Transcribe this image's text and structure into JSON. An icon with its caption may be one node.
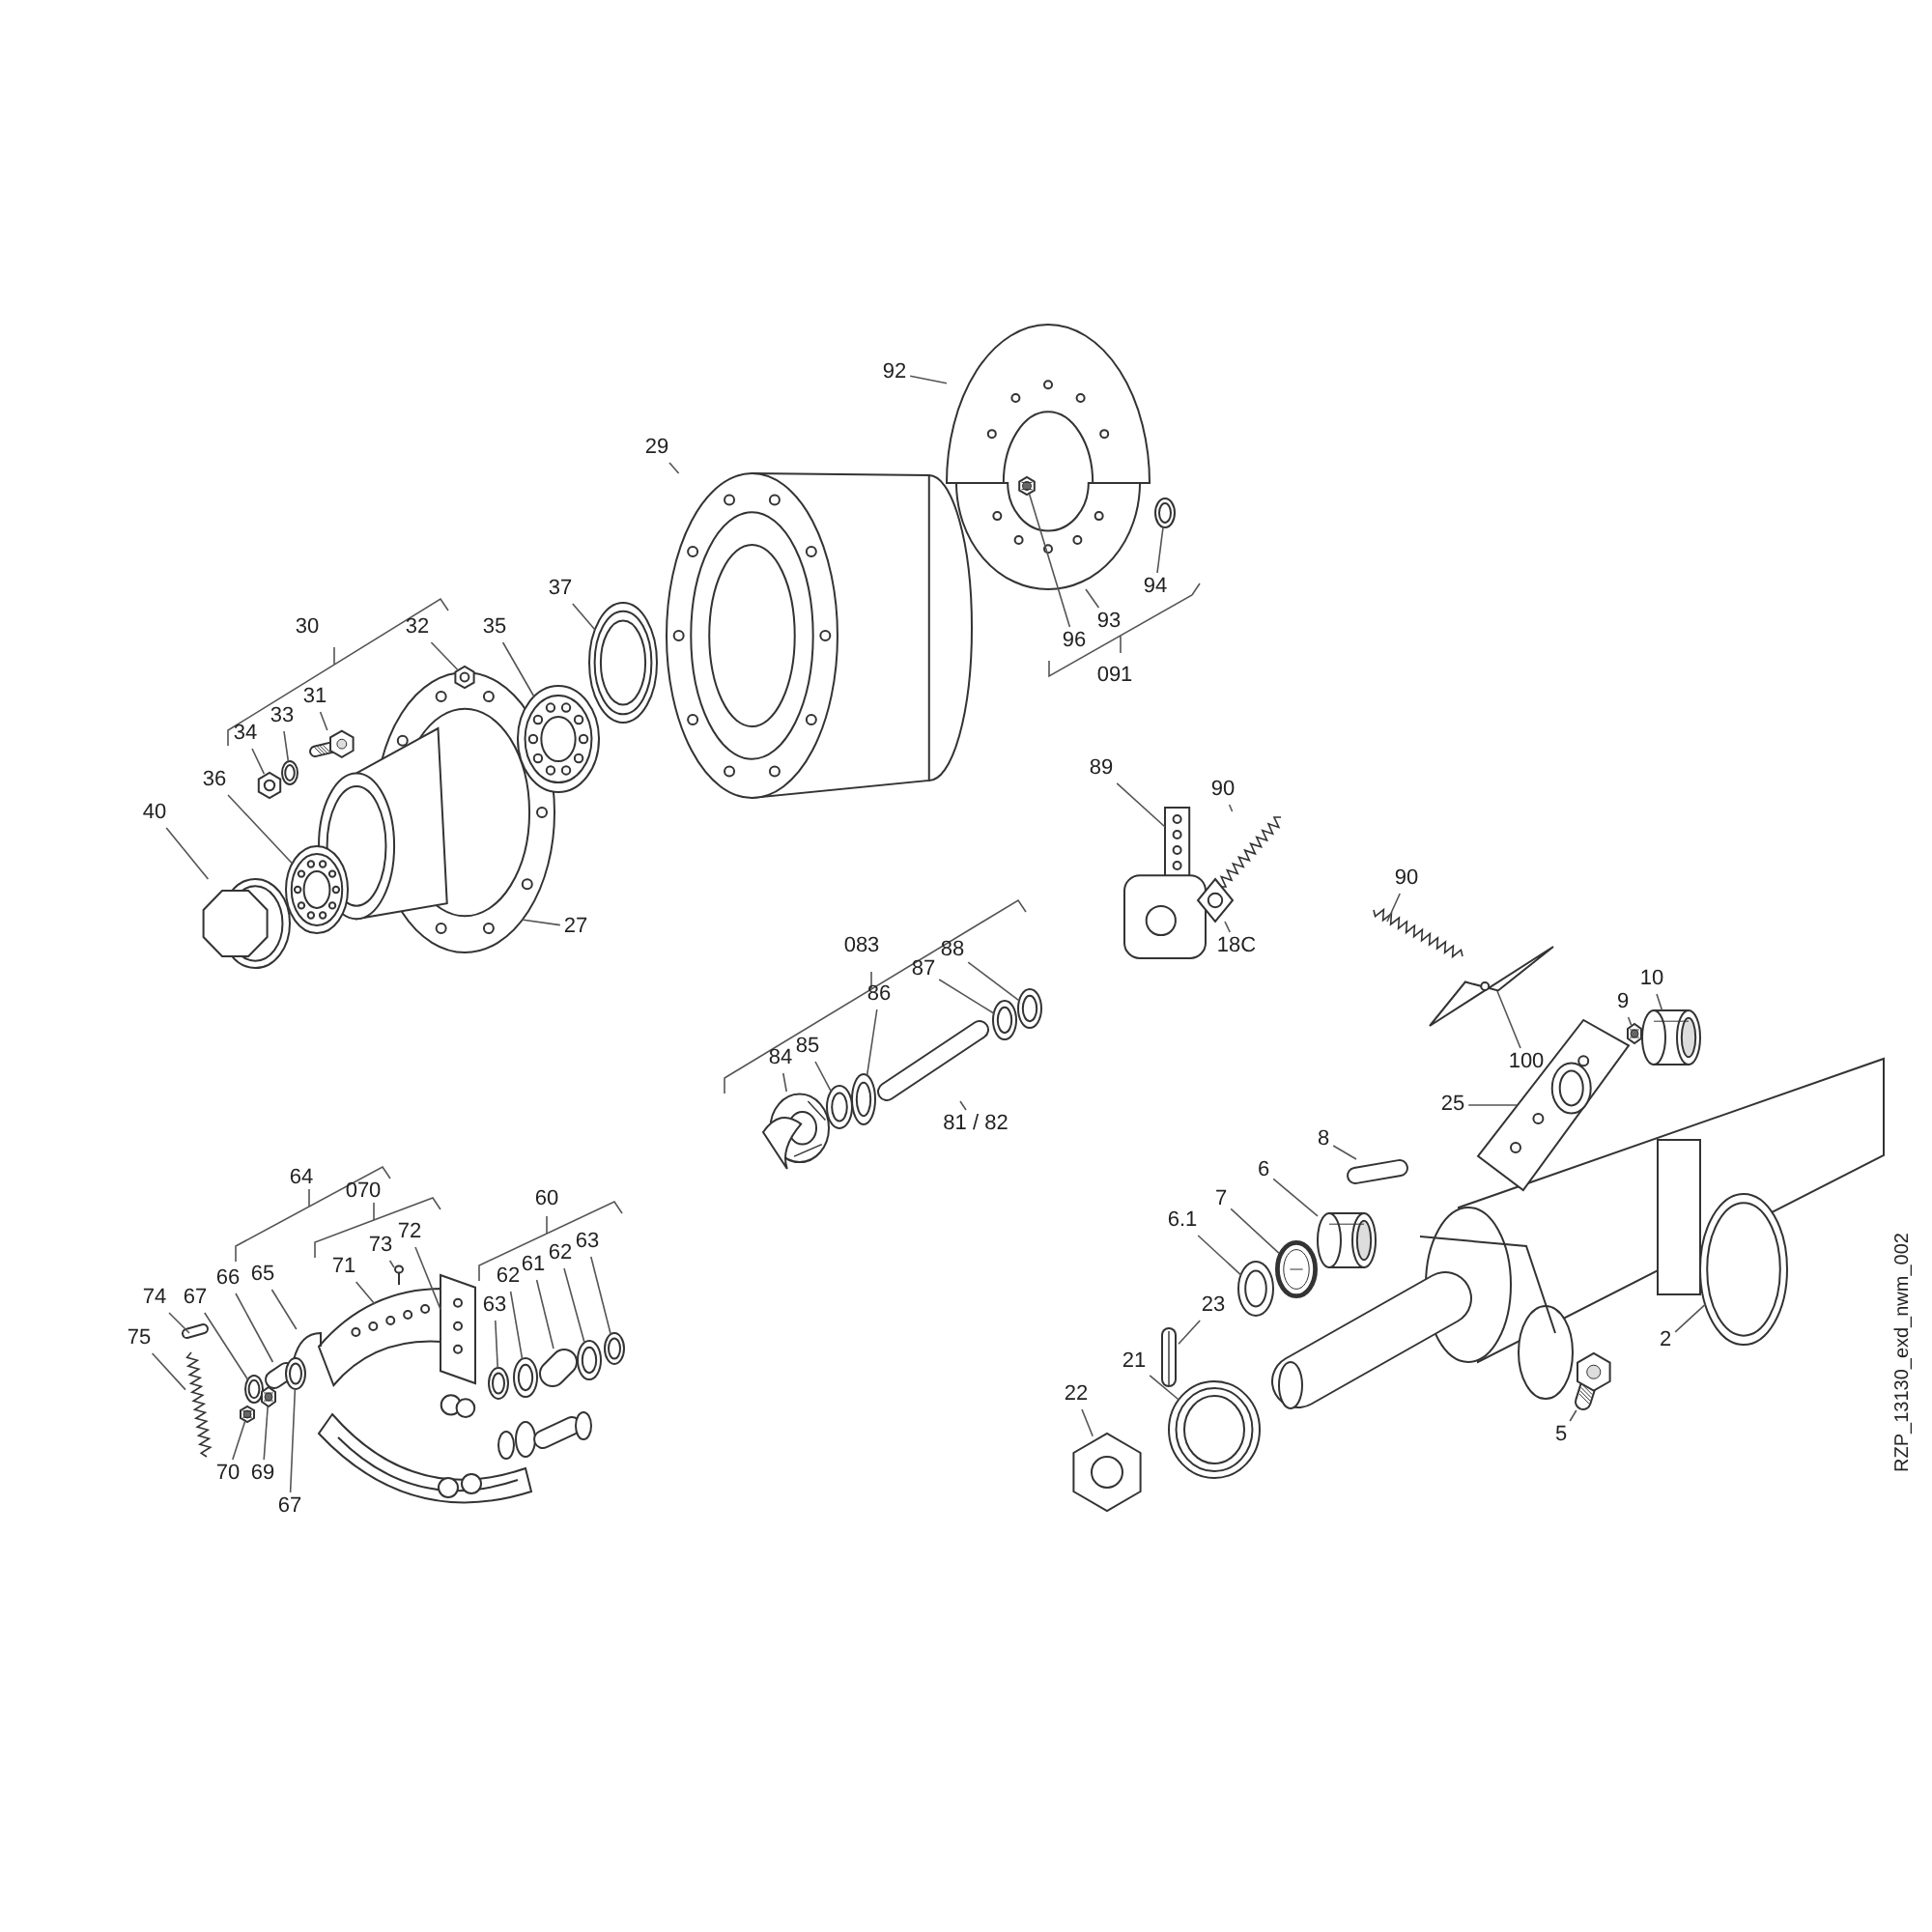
{
  "diagram": {
    "nodes": [
      {
        "text": [
          "92"
        ]
      },
      {
        "text": [],
        "shape": "picture"
      },
      {
        "text": [
          "29"
        ]
      },
      {
        "text": [],
        "shape": "picture"
      },
      {
        "text": [
          "94"
        ]
      },
      {
        "text": [],
        "shape": "picture"
      },
      {
        "text": [
          "93"
        ]
      },
      {
        "text": [],
        "shape": "picture"
      },
      {
        "text": [
          "32"
        ]
      },
      {
        "text": [],
        "shape": "picture"
      },
      {
        "text": [
          "35"
        ]
      },
      {
        "text": [],
        "shape": "picture"
      },
      {
        "text": [
          "37"
        ]
      },
      {
        "text": [],
        "shape": "picture"
      },
      {
        "text": [
          "96"
        ]
      },
      {
        "text": [],
        "shape": "picture"
      },
      {
        "text": [
          "31"
        ]
      },
      {
        "text": [],
        "shape": "picture"
      },
      {
        "text": [
          "33"
        ]
      },
      {
        "text": [],
        "shape": "picture"
      },
      {
        "text": [
          "34"
        ]
      },
      {
        "text": [],
        "shape": "picture"
      },
      {
        "text": [
          "36"
        ]
      },
      {
        "text": [],
        "shape": "picture"
      },
      {
        "text": [
          "40"
        ]
      },
      {
        "text": [],
        "shape": "picture"
      },
      {
        "text": [
          "27"
        ]
      },
      {
        "text": [],
        "shape": "picture"
      },
      {
        "text": [
          "89"
        ]
      },
      {
        "text": [],
        "shape": "picture"
      },
      {
        "text": [
          "90"
        ]
      },
      {
        "text": [],
        "shape": "picture"
      },
      {
        "text": [
          "18C"
        ]
      },
      {
        "text": [],
        "shape": "picture"
      },
      {
        "text": [
          "90"
        ]
      },
      {
        "text": [],
        "shape": "picture"
      },
      {
        "text": [
          "88"
        ]
      },
      {
        "text": [],
        "shape": "picture"
      },
      {
        "text": [
          "87"
        ]
      },
      {
        "text": [],
        "shape": "picture"
      },
      {
        "text": [
          "10"
        ]
      },
      {
        "text": [],
        "shape": "picture"
      },
      {
        "text": [
          "86"
        ]
      },
      {
        "text": [],
        "shape": "picture"
      },
      {
        "text": [
          "9"
        ]
      },
      {
        "text": [],
        "shape": "picture"
      },
      {
        "text": [
          "85"
        ]
      },
      {
        "text": [],
        "shape": "picture"
      },
      {
        "text": [
          "100"
        ]
      },
      {
        "text": [],
        "shape": "picture"
      },
      {
        "text": [
          "84"
        ]
      },
      {
        "text": [],
        "shape": "picture"
      },
      {
        "text": [
          "81 / 82"
        ]
      },
      {
        "text": [],
        "shape": "picture"
      },
      {
        "text": [
          "25"
        ]
      },
      {
        "text": [],
        "shape": "picture"
      },
      {
        "text": [
          "8"
        ]
      },
      {
        "text": [],
        "shape": "picture"
      },
      {
        "text": [
          "6"
        ]
      },
      {
        "text": [],
        "shape": "picture"
      },
      {
        "text": [
          "7"
        ]
      },
      {
        "text": [],
        "shape": "picture"
      },
      {
        "text": [
          "6.1"
        ]
      },
      {
        "text": [],
        "shape": "picture"
      },
      {
        "text": [
          "23"
        ]
      },
      {
        "text": [],
        "shape": "picture"
      },
      {
        "text": [
          "2"
        ]
      },
      {
        "text": [],
        "shape": "picture"
      },
      {
        "text": [
          "21"
        ]
      },
      {
        "text": [],
        "shape": "picture"
      },
      {
        "text": [
          "22"
        ]
      },
      {
        "text": [],
        "shape": "picture"
      },
      {
        "text": [
          "5"
        ]
      },
      {
        "text": [],
        "shape": "picture"
      },
      {
        "text": [
          "73"
        ]
      },
      {
        "text": [],
        "shape": "picture"
      },
      {
        "text": [
          "72"
        ]
      },
      {
        "text": [],
        "shape": "picture"
      },
      {
        "text": [
          "71"
        ]
      },
      {
        "text": [],
        "shape": "picture"
      },
      {
        "text": [
          "63"
        ]
      },
      {
        "text": [],
        "shape": "picture"
      },
      {
        "text": [
          "62"
        ]
      },
      {
        "text": [],
        "shape": "picture"
      },
      {
        "text": [
          "61"
        ]
      },
      {
        "text": [],
        "shape": "picture"
      },
      {
        "text": [
          "62"
        ]
      },
      {
        "text": [],
        "shape": "picture"
      },
      {
        "text": [
          "63"
        ]
      },
      {
        "text": [],
        "shape": "picture"
      },
      {
        "text": [
          "65"
        ]
      },
      {
        "text": [],
        "shape": "picture"
      },
      {
        "text": [
          "66"
        ]
      },
      {
        "text": [],
        "shape": "picture"
      },
      {
        "text": [
          "67"
        ]
      },
      {
        "text": [],
        "shape": "picture"
      },
      {
        "text": [
          "74"
        ]
      },
      {
        "text": [],
        "shape": "picture"
      },
      {
        "text": [
          "75"
        ]
      },
      {
        "text": [],
        "shape": "picture"
      },
      {
        "text": [
          "70"
        ]
      },
      {
        "text": [],
        "shape": "picture"
      },
      {
        "text": [
          "69"
        ]
      },
      {
        "text": [],
        "shape": "picture"
      },
      {
        "text": [
          "67"
        ]
      },
      {
        "text": [],
        "shape": "picture"
      }
    ],
    "edges": [
      {
        "from": 0,
        "to": 1,
        "arrow": "none"
      },
      {
        "from": 2,
        "to": 3,
        "arrow": "none"
      },
      {
        "from": 4,
        "to": 5,
        "arrow": "none"
      },
      {
        "from": 6,
        "to": 7,
        "arrow": "none"
      },
      {
        "from": 8,
        "to": 9,
        "arrow": "none"
      },
      {
        "from": 10,
        "to": 11,
        "arrow": "none"
      },
      {
        "from": 12,
        "to": 13,
        "arrow": "none"
      },
      {
        "from": 14,
        "to": 15,
        "arrow": "none"
      },
      {
        "from": 16,
        "to": 17,
        "arrow": "none"
      },
      {
        "from": 18,
        "to": 19,
        "arrow": "none"
      },
      {
        "from": 20,
        "to": 21,
        "arrow": "none"
      },
      {
        "from": 22,
        "to": 23,
        "arrow": "none"
      },
      {
        "from": 24,
        "to": 25,
        "arrow": "none"
      },
      {
        "from": 26,
        "to": 27,
        "arrow": "none"
      },
      {
        "from": 28,
        "to": 29,
        "arrow": "none"
      },
      {
        "from": 30,
        "to": 31,
        "arrow": "none"
      },
      {
        "from": 32,
        "to": 33,
        "arrow": "none"
      },
      {
        "from": 34,
        "to": 35,
        "arrow": "none"
      },
      {
        "from": 36,
        "to": 37,
        "arrow": "none"
      },
      {
        "from": 38,
        "to": 39,
        "arrow": "none"
      },
      {
        "from": 40,
        "to": 41,
        "arrow": "none"
      },
      {
        "from": 42,
        "to": 43,
        "arrow": "none"
      },
      {
        "from": 44,
        "to": 45,
        "arrow": "none"
      },
      {
        "from": 46,
        "to": 47,
        "arrow": "none"
      },
      {
        "from": 48,
        "to": 49,
        "arrow": "none"
      },
      {
        "from": 50,
        "to": 51,
        "arrow": "none"
      },
      {
        "from": 52,
        "to": 53,
        "arrow": "none"
      },
      {
        "from": 54,
        "to": 55,
        "arrow": "none"
      },
      {
        "from": 56,
        "to": 57,
        "arrow": "none"
      },
      {
        "from": 58,
        "to": 59,
        "arrow": "none"
      },
      {
        "from": 60,
        "to": 61,
        "arrow": "none"
      },
      {
        "from": 62,
        "to": 63,
        "arrow": "none"
      },
      {
        "from": 64,
        "to": 65,
        "arrow": "none"
      },
      {
        "from": 66,
        "to": 67,
        "arrow": "none"
      },
      {
        "from": 68,
        "to": 69,
        "arrow": "none"
      },
      {
        "from": 70,
        "to": 71,
        "arrow": "none"
      },
      {
        "from": 72,
        "to": 73,
        "arrow": "none"
      },
      {
        "from": 74,
        "to": 75,
        "arrow": "none"
      },
      {
        "from": 76,
        "to": 77,
        "arrow": "none"
      },
      {
        "from": 78,
        "to": 79,
        "arrow": "none"
      },
      {
        "from": 80,
        "to": 81,
        "arrow": "none"
      },
      {
        "from": 82,
        "to": 83,
        "arrow": "none"
      },
      {
        "from": 84,
        "to": 85,
        "arrow": "none"
      },
      {
        "from": 86,
        "to": 87,
        "arrow": "none"
      },
      {
        "from": 88,
        "to": 89,
        "arrow": "none"
      },
      {
        "from": 90,
        "to": 91,
        "arrow": "none"
      },
      {
        "from": 92,
        "to": 93,
        "arrow": "none"
      },
      {
        "from": 94,
        "to": 95,
        "arrow": "none"
      },
      {
        "from": 96,
        "to": 97,
        "arrow": "none"
      },
      {
        "from": 98,
        "to": 99,
        "arrow": "none"
      },
      {
        "from": 100,
        "to": 101,
        "arrow": "none"
      },
      {
        "from": 102,
        "to": 103,
        "arrow": "none"
      },
      {
        "from": 104,
        "to": 105,
        "arrow": "none"
      }
    ],
    "labels": [
      "30",
      "091",
      "083",
      "64",
      "070",
      "60",
      "RZP_13130_exd_nwm_002"
    ]
  }
}
